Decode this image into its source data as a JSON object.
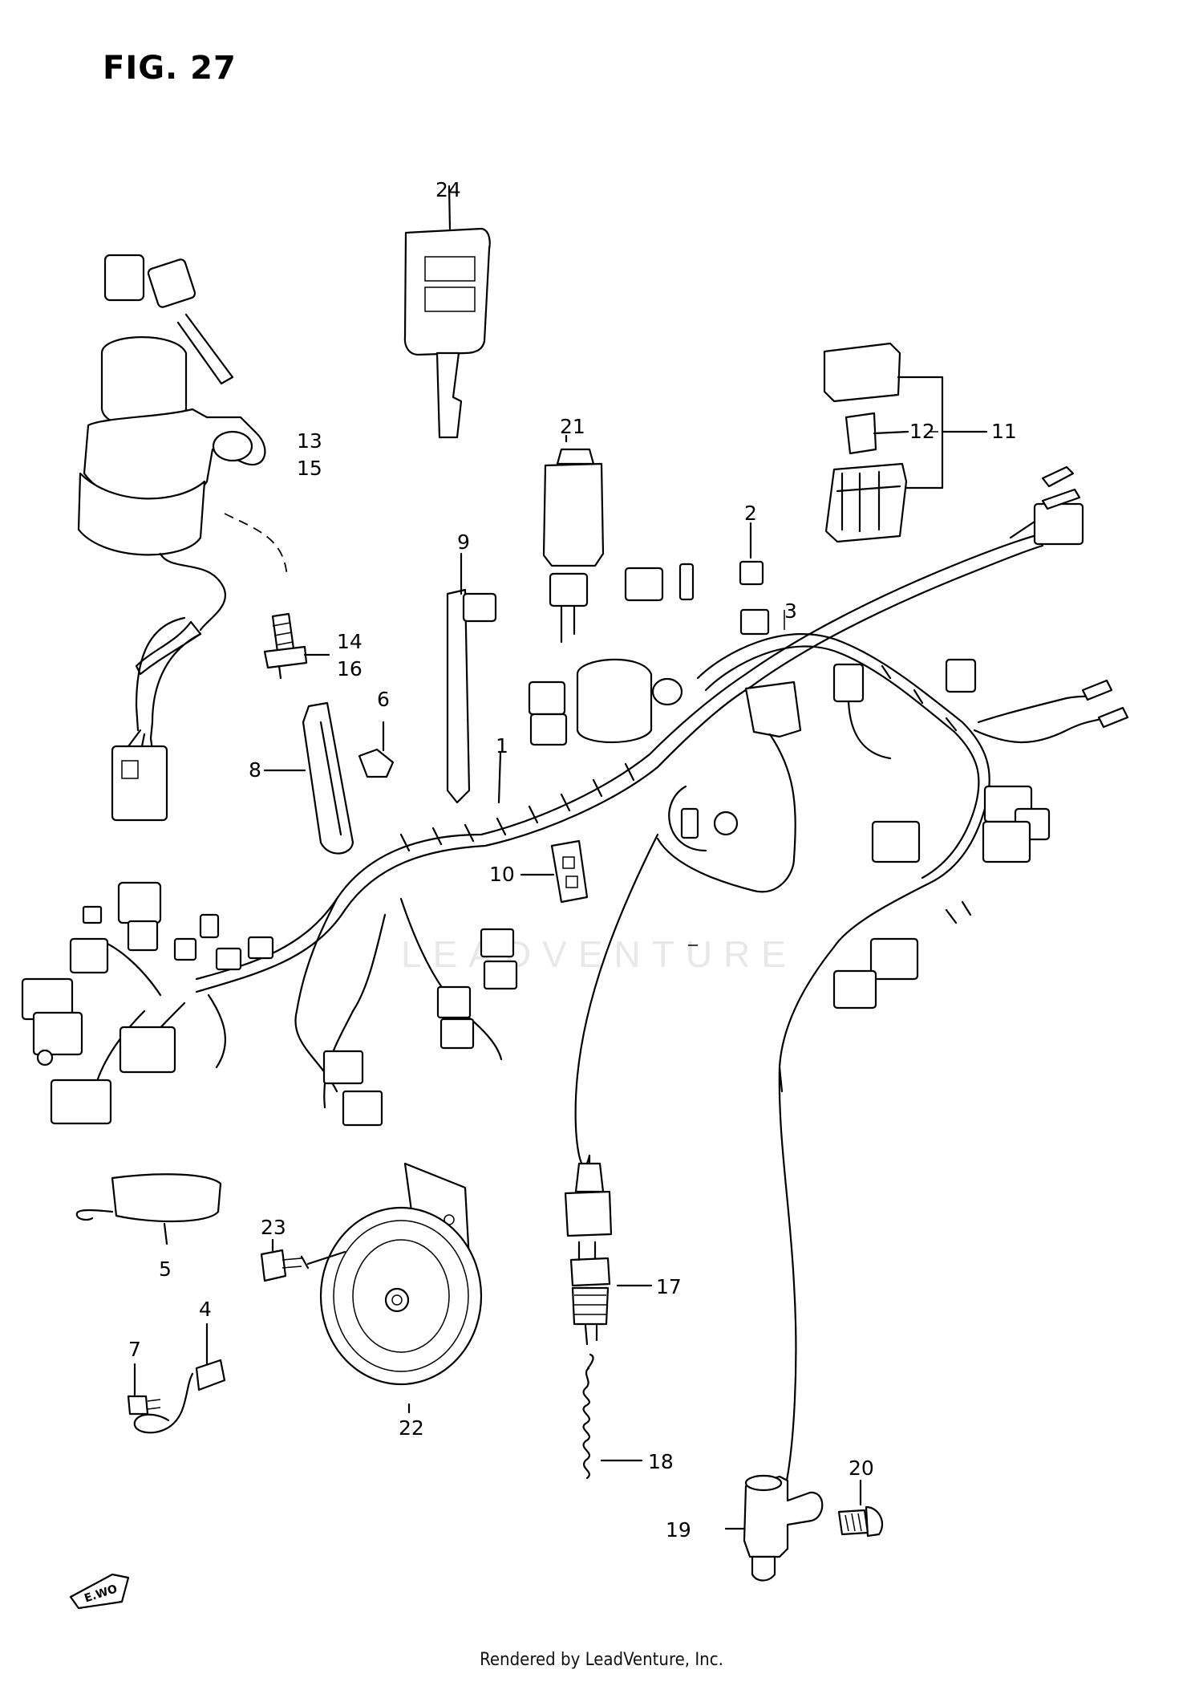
{
  "figure": {
    "title": "FIG. 27"
  },
  "watermark": "LEADVENTURE",
  "footer": "Rendered by LeadVenture, Inc.",
  "corner_mark": "E.WO",
  "part_labels": {
    "p1": "1",
    "p2": "2",
    "p3": "3",
    "p4": "4",
    "p5": "5",
    "p6": "6",
    "p7": "7",
    "p8": "8",
    "p9": "9",
    "p10": "10",
    "p11": "11",
    "p12": "12",
    "p13": "13",
    "p14": "14",
    "p15": "15",
    "p16": "16",
    "p17": "17",
    "p18": "18",
    "p19": "19",
    "p20": "20",
    "p21": "21",
    "p22": "22",
    "p23": "23",
    "p24": "24"
  }
}
